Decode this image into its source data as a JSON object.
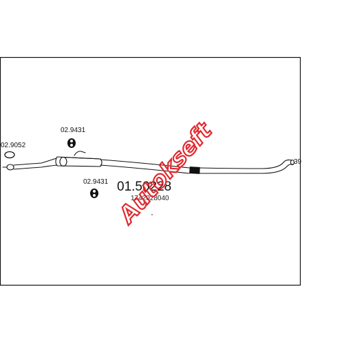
{
  "diagram": {
    "part_number": "01.50228",
    "oem_number": "1742028040",
    "components": [
      {
        "id": "02.9052",
        "label": "02.9052"
      },
      {
        "id": "02.9431-top",
        "label": "02.9431"
      },
      {
        "id": "02.9431-bottom",
        "label": "02.9431"
      }
    ],
    "end_mark": "39"
  },
  "watermark": {
    "text": "Autokseft",
    "color": "#e0282e",
    "outline": "#e0282e"
  },
  "colors": {
    "line": "#111111",
    "frame": "#111111",
    "background": "#ffffff"
  }
}
